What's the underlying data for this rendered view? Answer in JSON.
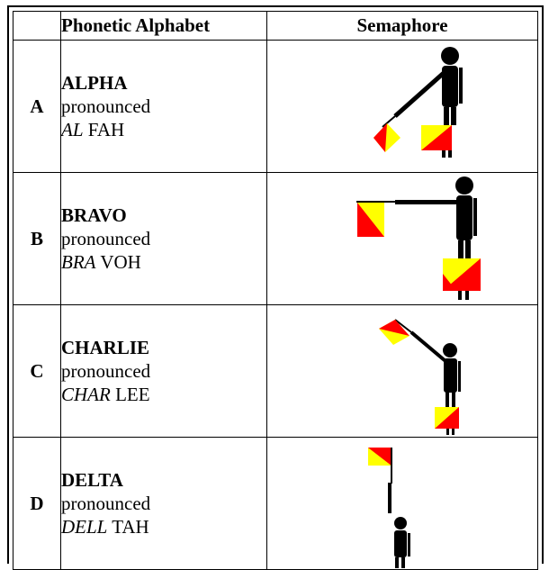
{
  "header": {
    "col_letter": "",
    "col_phonetic": "Phonetic Alphabet",
    "col_semaphore": "Semaphore"
  },
  "rows": [
    {
      "letter": "A",
      "word": "ALPHA",
      "pronounced": "pronounced",
      "stress": "AL",
      "rest": " FAH",
      "semaphore_icon": "semaphore-a-icon"
    },
    {
      "letter": "B",
      "word": "BRAVO",
      "pronounced": "pronounced",
      "stress": "BRA",
      "rest": " VOH",
      "semaphore_icon": "semaphore-b-icon"
    },
    {
      "letter": "C",
      "word": "CHARLIE",
      "pronounced": "pronounced",
      "stress": "CHAR",
      "rest": " LEE",
      "semaphore_icon": "semaphore-c-icon"
    },
    {
      "letter": "D",
      "word": "DELTA",
      "pronounced": "pronounced",
      "stress": "DELL",
      "rest": " TAH",
      "semaphore_icon": "semaphore-d-icon"
    }
  ],
  "colors": {
    "flag_red": "#ff0000",
    "flag_yellow": "#ffff00",
    "ink": "#000000"
  }
}
